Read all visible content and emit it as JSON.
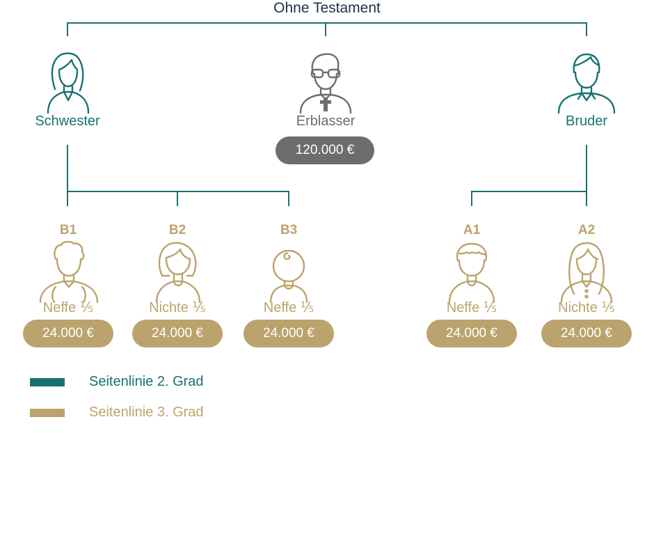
{
  "title": "Ohne Testament",
  "colors": {
    "teal": "#17726f",
    "gold": "#bba36d",
    "gray": "#6d6d6d",
    "title": "#1e2f45"
  },
  "erblasser": {
    "label": "Erblasser",
    "amount": "120.000 €",
    "icon": "man-with-glasses-cross-icon"
  },
  "schwester": {
    "label": "Schwester",
    "icon": "woman-icon"
  },
  "bruder": {
    "label": "Bruder",
    "icon": "man-icon"
  },
  "children": [
    {
      "code": "B1",
      "label": "Neffe ⅕",
      "amount": "24.000 €",
      "icon": "boy-curly-hair-icon"
    },
    {
      "code": "B2",
      "label": "Nichte ⅕",
      "amount": "24.000 €",
      "icon": "girl-bob-hair-icon"
    },
    {
      "code": "B3",
      "label": "Neffe ⅕",
      "amount": "24.000 €",
      "icon": "baby-icon"
    },
    {
      "code": "A1",
      "label": "Neffe ⅕",
      "amount": "24.000 €",
      "icon": "boy-icon"
    },
    {
      "code": "A2",
      "label": "Nichte ⅕",
      "amount": "24.000 €",
      "icon": "girl-long-hair-icon"
    }
  ],
  "legend": [
    {
      "label": "Seitenlinie 2. Grad",
      "color": "#17726f"
    },
    {
      "label": "Seitenlinie 3. Grad",
      "color": "#bba36d"
    }
  ]
}
